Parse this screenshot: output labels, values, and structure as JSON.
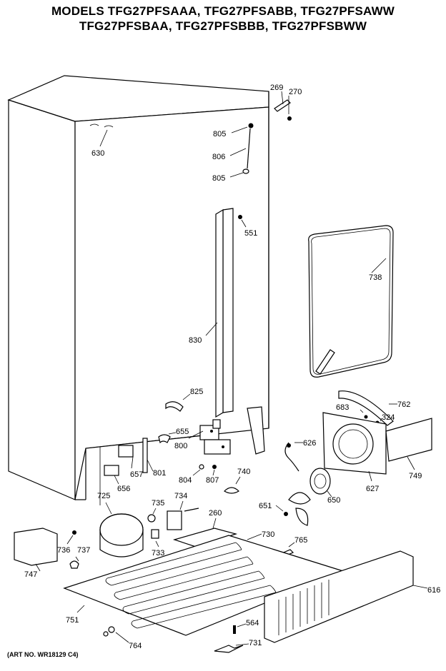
{
  "header": {
    "line1": "MODELS TFG27PFSAAA, TFG27PFSABB, TFG27PFSAWW",
    "line2": "TFG27PFSBAA, TFG27PFSBBB, TFG27PFSBWW"
  },
  "footer": {
    "art_no": "(ART NO. WR18129 C4)"
  },
  "callouts": {
    "c269": "269",
    "c270": "270",
    "c805a": "805",
    "c806": "806",
    "c805b": "805",
    "c630": "630",
    "c551": "551",
    "c738": "738",
    "c830": "830",
    "c825": "825",
    "c762": "762",
    "c683": "683",
    "c324": "324",
    "c655": "655",
    "c626": "626",
    "c657": "657",
    "c801": "801",
    "c800": "800",
    "c749": "749",
    "c656": "656",
    "c804": "804",
    "c807": "807",
    "c740": "740",
    "c627": "627",
    "c650": "650",
    "c725": "725",
    "c735": "735",
    "c734": "734",
    "c651": "651",
    "c260": "260",
    "c730": "730",
    "c736": "736",
    "c737": "737",
    "c733": "733",
    "c765": "765",
    "c747": "747",
    "c616": "616",
    "c751": "751",
    "c564": "564",
    "c731": "731",
    "c764": "764"
  }
}
